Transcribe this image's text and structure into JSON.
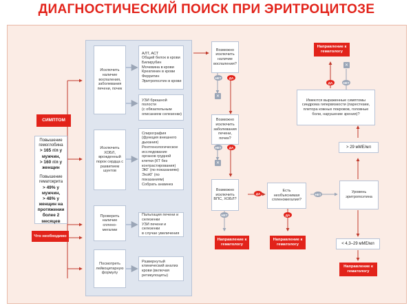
{
  "title": "ДИАГНОСТИЧЕСКИЙ ПОИСК ПРИ ЭРИТРОЦИТОЗЕ",
  "colors": {
    "accent": "#e2231a",
    "panel": "#fbece5",
    "column": "#dfe5ef",
    "neutral": "#9aa5b6"
  },
  "symptom": {
    "header": "СИМПТОМ",
    "hb_label": "Повышение гемоглобина",
    "hb_men": "> 165 г/л у мужчин,",
    "hb_women": "> 160 г/л у женщин",
    "hct_label": "Повышение гематокрита",
    "hct_men": "> 49% у мужчин,",
    "hct_women": "> 48% у женщин на протяжении более 2 месяцев",
    "action": "Что необходимо"
  },
  "checks": [
    {
      "label": "Исключить наличие воспаления, заболевания печени, почек",
      "tests": [
        "АЛТ, АСТ",
        "Общий белок в крови",
        "Билирубин",
        "Мочевина в крови",
        "Креатинин в крови",
        "Ферритин",
        "Эритропоэтин в крови"
      ]
    },
    {
      "label": "",
      "tests": [
        "УЗИ брюшной полости",
        "(с обязательным описанием селезенки)"
      ]
    },
    {
      "label": "Исключить ХОБЛ, врожденный порок сердца с развитием шунтов",
      "tests": [
        "Спирография (функция внешнего дыхания)",
        "Рентгенологическое исследование органов грудной клетки (КТ без контрастирования)",
        "ЭКГ (по показаниям)",
        "ЭхоКГ (по показаниям)",
        "Собрать анамнез"
      ]
    },
    {
      "label": "Проверить наличие сплено- мегалии",
      "tests": [
        "Пальпация печени и селезенки",
        "УЗИ печени и селезенки",
        "в случае увеличения"
      ]
    },
    {
      "label": "Посмотреть лейкоцитарную формулу",
      "tests": [
        "Развернутый клинический анализ крови (включая ретикулоциты)"
      ]
    }
  ],
  "decisions": {
    "d1": "Возможно исключить наличие воспаления?",
    "d2": "Возможно исключить заболевания печени, почек?",
    "d3": "Возможно исключить ВПС, ХОБЛ?",
    "spleno": "Есть необъяснимая спленомегалия?",
    "epo": "Уровень эритропоэтина",
    "symptoms": "Имеются выраженные симптомы синдрома гипервязкости (парестезии, плетора кожных покровов, головные боли, нарушение зрения)?"
  },
  "answers": {
    "yes": "ДА",
    "no": "НЕТ"
  },
  "referral": "Направление к гематологу",
  "levels": {
    "high": "> 29 мМЕ/мл",
    "normal": "< 4,3–29 мМЕ/мл"
  }
}
